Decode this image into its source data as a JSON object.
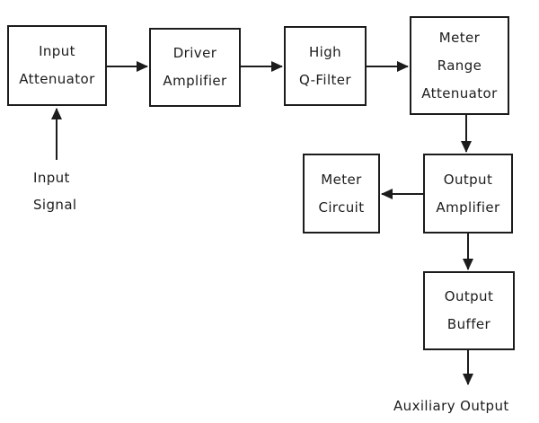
{
  "diagram": {
    "type": "block-diagram",
    "colors": {
      "stroke": "#1c1c1c",
      "background": "#ffffff"
    },
    "nodes": {
      "input_attenuator": {
        "lines": [
          "Input",
          "Attenuator"
        ]
      },
      "driver_amplifier": {
        "lines": [
          "Driver",
          "Amplifier"
        ]
      },
      "high_q_filter": {
        "lines": [
          "High",
          "Q-Filter"
        ]
      },
      "meter_range_attenuator": {
        "lines": [
          "Meter",
          "Range",
          "Attenuator"
        ]
      },
      "meter_circuit": {
        "lines": [
          "Meter",
          "Circuit"
        ]
      },
      "output_amplifier": {
        "lines": [
          "Output",
          "Amplifier"
        ]
      },
      "output_buffer": {
        "lines": [
          "Output",
          "Buffer"
        ]
      }
    },
    "labels": {
      "input_signal": {
        "lines": [
          "Input",
          "Signal"
        ]
      },
      "auxiliary_output": {
        "text": "Auxiliary Output"
      }
    },
    "edges": [
      {
        "from": "input_signal",
        "to": "input_attenuator"
      },
      {
        "from": "input_attenuator",
        "to": "driver_amplifier"
      },
      {
        "from": "driver_amplifier",
        "to": "high_q_filter"
      },
      {
        "from": "high_q_filter",
        "to": "meter_range_attenuator"
      },
      {
        "from": "meter_range_attenuator",
        "to": "output_amplifier"
      },
      {
        "from": "output_amplifier",
        "to": "meter_circuit"
      },
      {
        "from": "output_amplifier",
        "to": "output_buffer"
      },
      {
        "from": "output_buffer",
        "to": "auxiliary_output"
      }
    ]
  }
}
